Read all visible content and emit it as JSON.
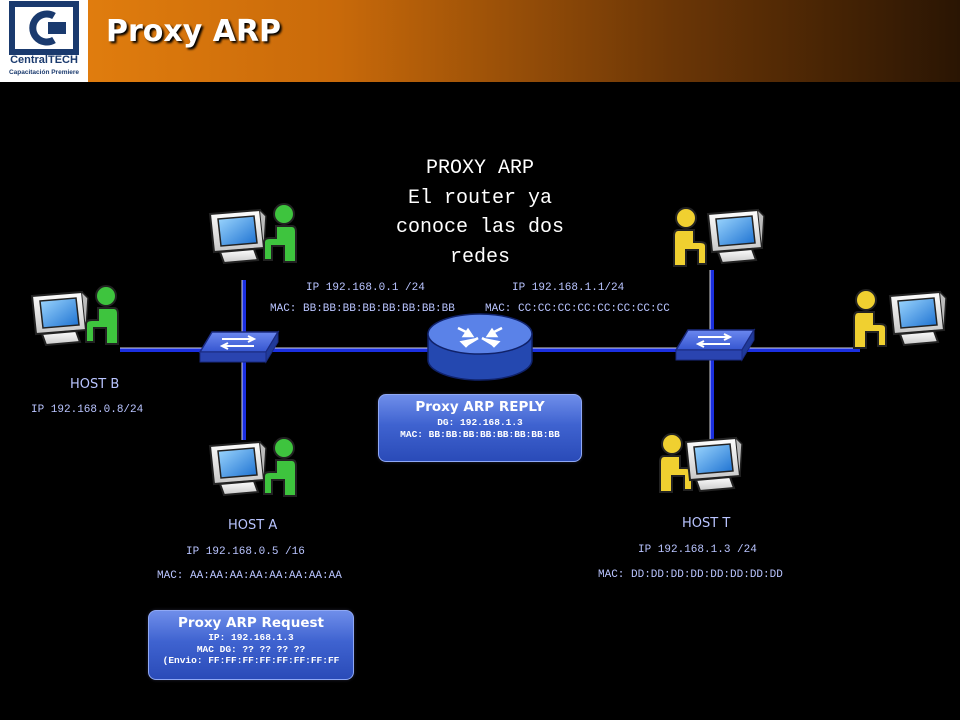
{
  "header": {
    "title": "Proxy ARP",
    "logo_name": "CentralTECH",
    "logo_sub": "Capacitación Premiere"
  },
  "center_title": [
    "PROXY ARP",
    "El router ya",
    "conoce las dos",
    "redes"
  ],
  "router": {
    "left_ip": "IP 192.168.0.1 /24",
    "left_mac": "MAC: BB:BB:BB:BB:BB:BB:BB:BB",
    "right_ip": "IP 192.168.1.1/24",
    "right_mac": "MAC: CC:CC:CC:CC:CC:CC:CC:CC"
  },
  "host_b": {
    "name": "HOST B",
    "ip": "IP 192.168.0.8/24"
  },
  "host_a": {
    "name": "HOST A",
    "ip": "IP 192.168.0.5 /16",
    "mac": "MAC: AA:AA:AA:AA:AA:AA:AA:AA"
  },
  "host_t": {
    "name": "HOST T",
    "ip": "IP 192.168.1.3 /24",
    "mac": "MAC: DD:DD:DD:DD:DD:DD:DD:DD"
  },
  "reply_box": {
    "title": "Proxy ARP REPLY",
    "line1": "DG: 192.168.1.3",
    "line2": "MAC: BB:BB:BB:BB:BB:BB:BB:BB"
  },
  "request_box": {
    "title": "Proxy ARP Request",
    "line1": "IP: 192.168.1.3",
    "line2": "MAC DG: ?? ?? ?? ??",
    "line3": "(Envio: FF:FF:FF:FF:FF:FF:FF:FF"
  },
  "colors": {
    "link": "#1a2fe0",
    "green_user": "#3ec43e",
    "yellow_user": "#f0d030",
    "switch": "#3656d6",
    "router": "#2f58c8",
    "text_label": "#b9c4ff"
  }
}
